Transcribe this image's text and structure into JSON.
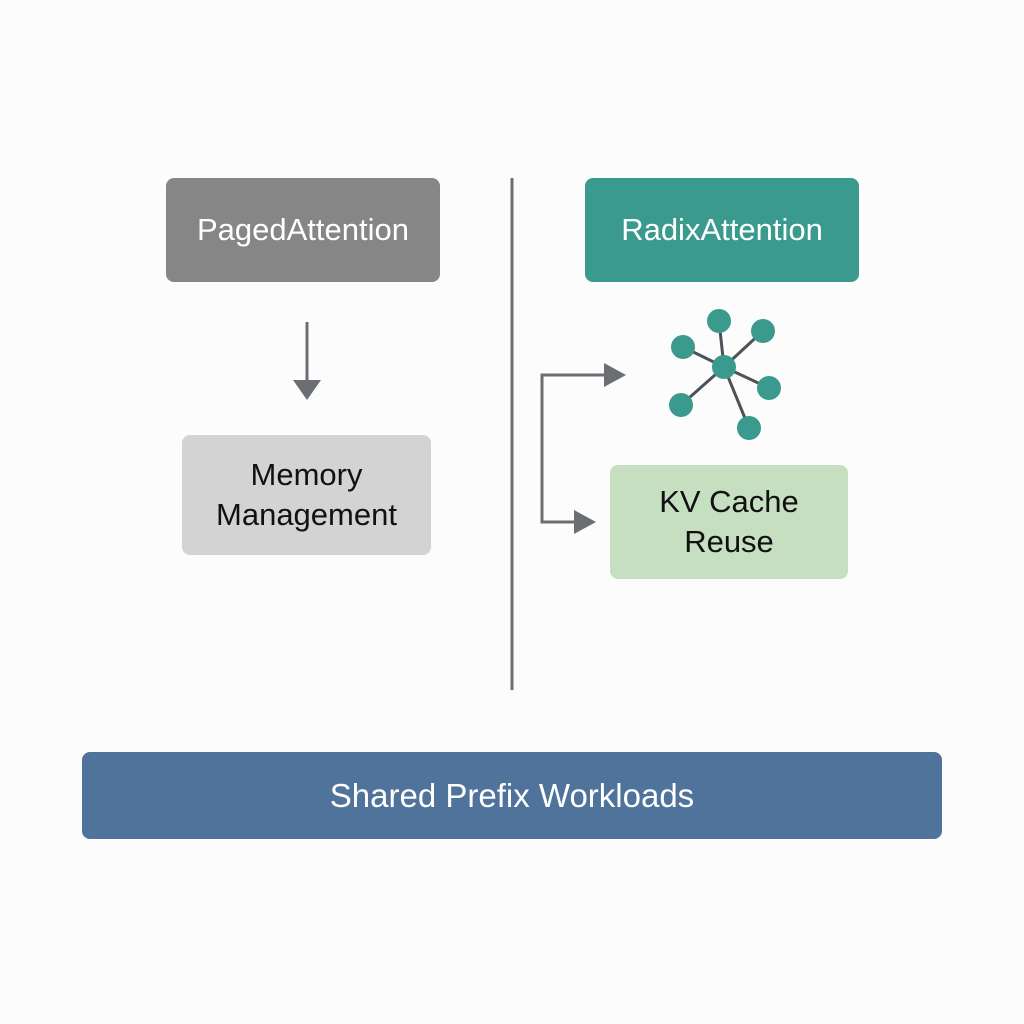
{
  "left_panel": {
    "top_label": "PagedAttention",
    "bottom_label": "Memory Management"
  },
  "right_panel": {
    "top_label": "RadixAttention",
    "bottom_label": "KV Cache Reuse"
  },
  "footer": {
    "label": "Shared Prefix Workloads"
  },
  "icons": {
    "network": "network-graph-icon"
  },
  "colors": {
    "paged_box": "#868686",
    "memory_box": "#d3d3d3",
    "radix_box": "#3a9a8d",
    "kv_box": "#c5dfc0",
    "footer_bar": "#4f739b",
    "divider": "#6b6f74",
    "arrow": "#6b6f74",
    "node": "#3a9a8d",
    "edge": "#4b5258"
  }
}
